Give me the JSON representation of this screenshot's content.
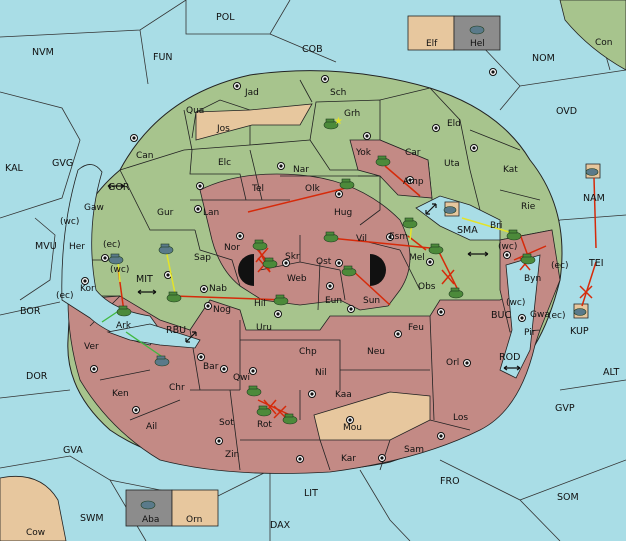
{
  "map": {
    "provinces": [
      {
        "id": "pol",
        "label": "POL"
      },
      {
        "id": "nvm",
        "label": "NVM"
      },
      {
        "id": "fun",
        "label": "FUN"
      },
      {
        "id": "cob",
        "label": "COB"
      },
      {
        "id": "nom",
        "label": "NOM"
      },
      {
        "id": "con",
        "label": "Con"
      },
      {
        "id": "ovd",
        "label": "OVD"
      },
      {
        "id": "kal",
        "label": "KAL"
      },
      {
        "id": "gvg",
        "label": "GVG"
      },
      {
        "id": "gor",
        "label": "GOR"
      },
      {
        "id": "mvu",
        "label": "MVU"
      },
      {
        "id": "bor",
        "label": "BOR"
      },
      {
        "id": "mit",
        "label": "MIT"
      },
      {
        "id": "rbu",
        "label": "RBU"
      },
      {
        "id": "dor",
        "label": "DOR"
      },
      {
        "id": "gva",
        "label": "GVA"
      },
      {
        "id": "swm",
        "label": "SWM"
      },
      {
        "id": "cow",
        "label": "Cow"
      },
      {
        "id": "dax",
        "label": "DAX"
      },
      {
        "id": "lit",
        "label": "LIT"
      },
      {
        "id": "fro",
        "label": "FRO"
      },
      {
        "id": "som",
        "label": "SOM"
      },
      {
        "id": "gvp",
        "label": "GVP"
      },
      {
        "id": "alt",
        "label": "ALT"
      },
      {
        "id": "rod",
        "label": "ROD"
      },
      {
        "id": "buc",
        "label": "BUC"
      },
      {
        "id": "kup",
        "label": "KUP"
      },
      {
        "id": "tei",
        "label": "TEI"
      },
      {
        "id": "nam",
        "label": "NAM"
      },
      {
        "id": "sma",
        "label": "SMA"
      },
      {
        "id": "jad",
        "label": "Jad"
      },
      {
        "id": "sch",
        "label": "Sch"
      },
      {
        "id": "grh",
        "label": "Grh"
      },
      {
        "id": "qua",
        "label": "Qua"
      },
      {
        "id": "jos",
        "label": "Jos"
      },
      {
        "id": "eld",
        "label": "Eld"
      },
      {
        "id": "can",
        "label": "Can"
      },
      {
        "id": "elc",
        "label": "Elc"
      },
      {
        "id": "nar",
        "label": "Nar"
      },
      {
        "id": "yok",
        "label": "Yok"
      },
      {
        "id": "car",
        "label": "Car"
      },
      {
        "id": "uta",
        "label": "Uta"
      },
      {
        "id": "kat",
        "label": "Kat"
      },
      {
        "id": "gaw",
        "label": "Gaw"
      },
      {
        "id": "gur",
        "label": "Gur"
      },
      {
        "id": "tel",
        "label": "Tel"
      },
      {
        "id": "olk",
        "label": "Olk"
      },
      {
        "id": "amp",
        "label": "Amp"
      },
      {
        "id": "rie",
        "label": "Rie"
      },
      {
        "id": "lan",
        "label": "Lan"
      },
      {
        "id": "hug",
        "label": "Hug"
      },
      {
        "id": "bri",
        "label": "Bri"
      },
      {
        "id": "her",
        "label": "Her"
      },
      {
        "id": "esm",
        "label": "Esm"
      },
      {
        "id": "nor",
        "label": "Nor"
      },
      {
        "id": "skr",
        "label": "Skr"
      },
      {
        "id": "vil",
        "label": "Vil"
      },
      {
        "id": "sap",
        "label": "Sap"
      },
      {
        "id": "ost",
        "label": "Ost"
      },
      {
        "id": "mel",
        "label": "Mel"
      },
      {
        "id": "web",
        "label": "Web"
      },
      {
        "id": "byn",
        "label": "Byn"
      },
      {
        "id": "kor",
        "label": "Kor"
      },
      {
        "id": "nab",
        "label": "Nab"
      },
      {
        "id": "obs",
        "label": "Obs"
      },
      {
        "id": "eun",
        "label": "Eun"
      },
      {
        "id": "sun",
        "label": "Sun"
      },
      {
        "id": "hil",
        "label": "Hil"
      },
      {
        "id": "gwa",
        "label": "Gwa"
      },
      {
        "id": "ark",
        "label": "Ark"
      },
      {
        "id": "nog",
        "label": "Nog"
      },
      {
        "id": "uru",
        "label": "Uru"
      },
      {
        "id": "feu",
        "label": "Feu"
      },
      {
        "id": "pir",
        "label": "Pir"
      },
      {
        "id": "ver",
        "label": "Ver"
      },
      {
        "id": "chp",
        "label": "Chp"
      },
      {
        "id": "neu",
        "label": "Neu"
      },
      {
        "id": "orl",
        "label": "Orl"
      },
      {
        "id": "bar",
        "label": "Bar"
      },
      {
        "id": "nil",
        "label": "Nil"
      },
      {
        "id": "qwi",
        "label": "Qwi"
      },
      {
        "id": "ken",
        "label": "Ken"
      },
      {
        "id": "chr",
        "label": "Chr"
      },
      {
        "id": "kaa",
        "label": "Kaa"
      },
      {
        "id": "los",
        "label": "Los"
      },
      {
        "id": "ail",
        "label": "Ail"
      },
      {
        "id": "sot",
        "label": "Sot"
      },
      {
        "id": "rot",
        "label": "Rot"
      },
      {
        "id": "mou",
        "label": "Mou"
      },
      {
        "id": "sam",
        "label": "Sam"
      },
      {
        "id": "zin",
        "label": "Zin"
      },
      {
        "id": "kar",
        "label": "Kar"
      }
    ],
    "coast_labels": [
      "(wc)",
      "(ec)",
      "(wc)",
      "(ec)",
      "(wc)",
      "(ec)",
      "(wc)",
      "(ec)"
    ],
    "boxes": [
      {
        "id": "elf",
        "label": "Elf"
      },
      {
        "id": "hel",
        "label": "Hel"
      },
      {
        "id": "aba",
        "label": "Aba"
      },
      {
        "id": "orn",
        "label": "Orn"
      }
    ],
    "colors": {
      "sea": "#a9dde6",
      "green": "#a7c48d",
      "red": "#c38a85",
      "tan": "#e7c79e",
      "grey": "#8c8c8c",
      "move": "#d62a0a",
      "support": "#e3e32a"
    }
  }
}
